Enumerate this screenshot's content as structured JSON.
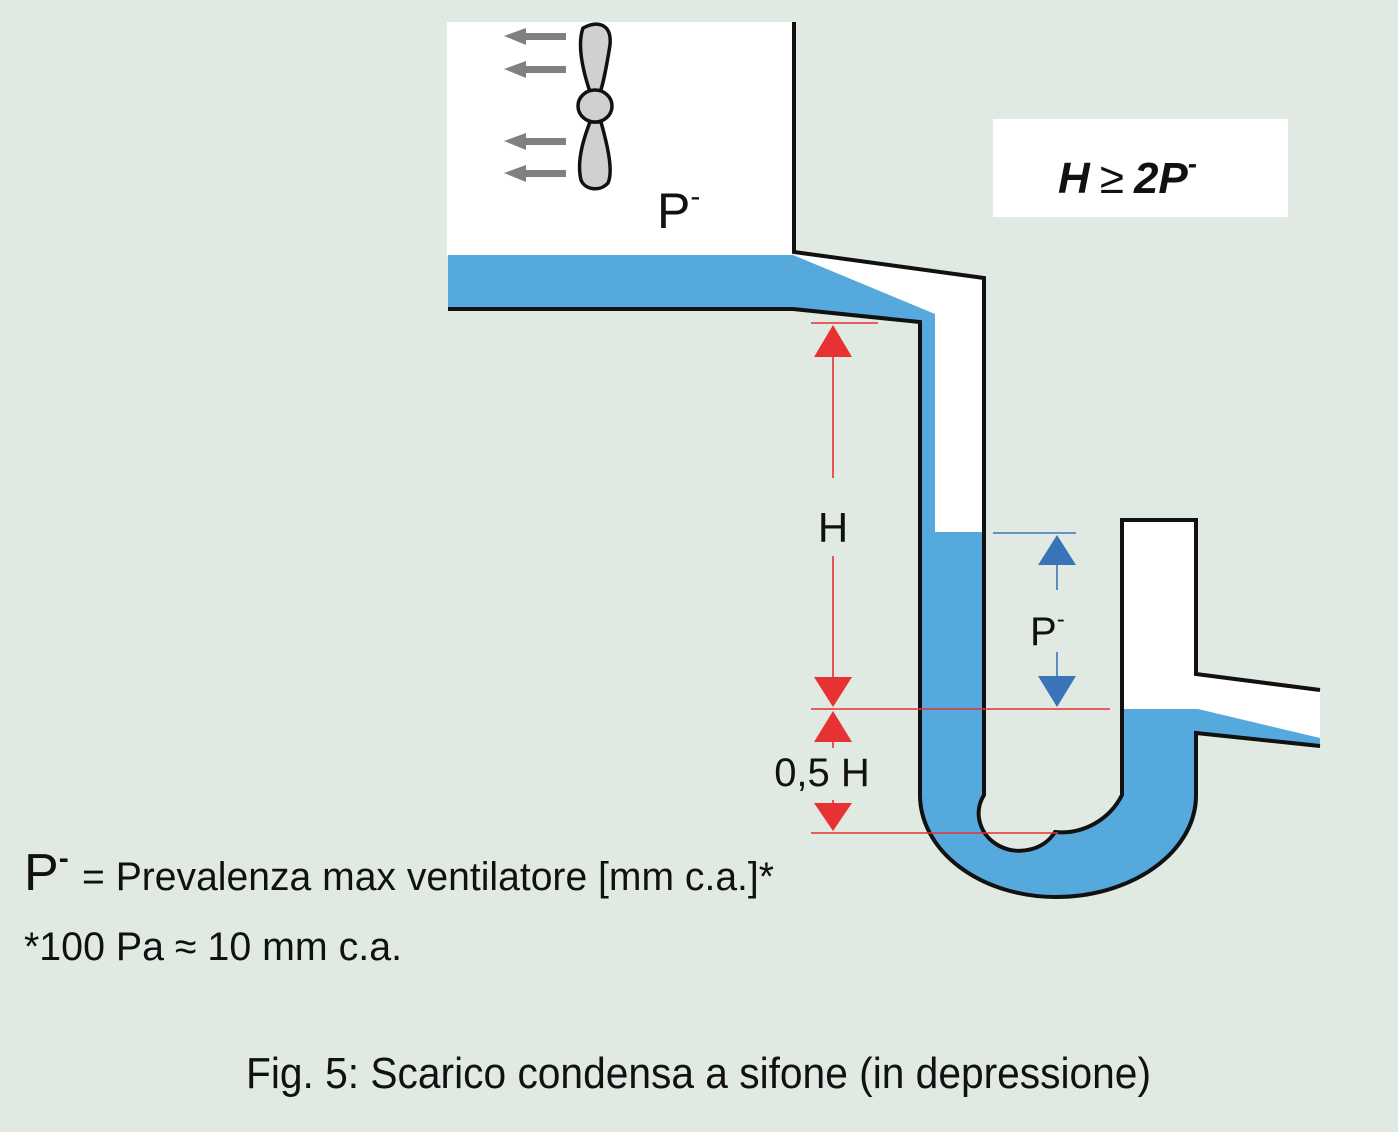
{
  "colors": {
    "background": "#e0eae2",
    "water": "#56a9dc",
    "pipe_stroke": "#111111",
    "dimension_red": "#e63232",
    "dimension_blue": "#3a74b8",
    "fan_gray": "#d0d0d0",
    "airflow_arrow": "#808080"
  },
  "icons": {
    "fan": "fan-propeller-icon",
    "airflow": "left-arrow-icon"
  },
  "tank": {
    "pressure_label": {
      "base": "P",
      "sup": "-"
    }
  },
  "formula": {
    "lhs": "H",
    "operator": "≥",
    "rhs_base": "2P",
    "rhs_sup": "-"
  },
  "dimensions": {
    "h_label": "H",
    "half_h_label": "0,5 H",
    "p_label": {
      "base": "P",
      "sup": "-"
    }
  },
  "legend": {
    "symbol": "P",
    "symbol_sup": "-",
    "definition": "= Prevalenza max ventilatore [mm c.a.]*",
    "footnote": "*100 Pa ≈ 10 mm c.a."
  },
  "caption": "Fig. 5: Scarico condensa a sifone (in depressione)"
}
